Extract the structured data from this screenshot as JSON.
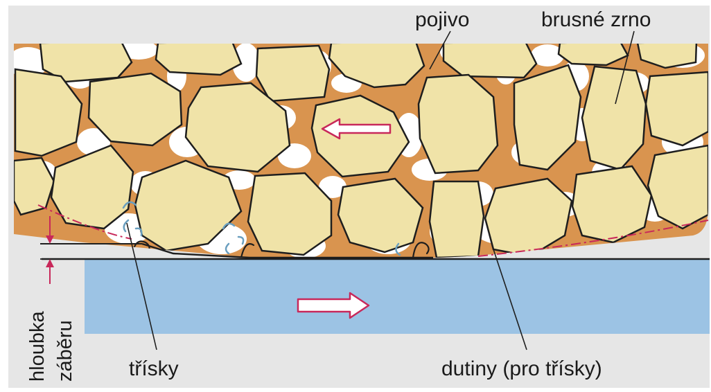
{
  "labels": {
    "binder": "pojivo",
    "grain": "brusné zrno",
    "chips": "třísky",
    "cavities": "dutiny (pro třísky)",
    "depth_line1": "hloubka",
    "depth_line2": "záběru"
  },
  "colors": {
    "background": "#ffffff",
    "wheel_bg": "#e6e6e6",
    "binder": "#d9944f",
    "grain_fill": "#f0e3a8",
    "grain_dots": "#2a2a1e",
    "workpiece": "#9cc3e4",
    "arrow_outline": "#c8285a",
    "arrow_fill": "#ffffff",
    "dash_dot_line": "#c8285a",
    "outline": "#1e1e1e"
  },
  "icons": {
    "wheel_direction": "arrow-left-icon",
    "workpiece_direction": "arrow-right-icon",
    "depth_arrow": "arrow-up-icon"
  }
}
